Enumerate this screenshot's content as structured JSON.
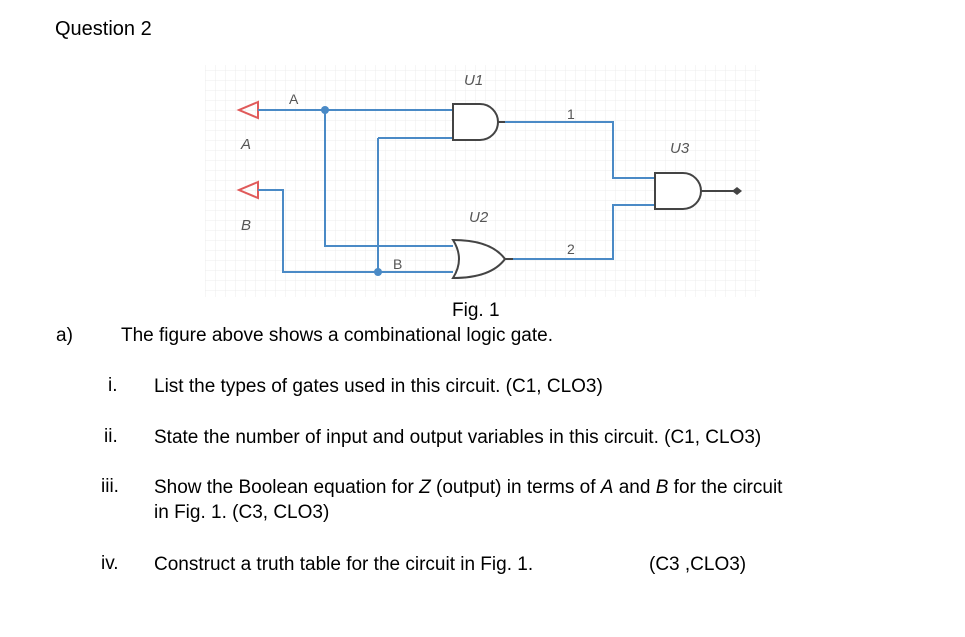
{
  "question": {
    "title": "Question 2"
  },
  "figure": {
    "caption": "Fig. 1",
    "labels": {
      "input_a_label": "A",
      "input_b_label": "B",
      "wire_a_label": "A",
      "wire_b_label": "B",
      "gate_u1": "U1",
      "gate_u2": "U2",
      "gate_u3": "U3",
      "wire_1": "1",
      "wire_2": "2"
    },
    "colors": {
      "wire": "#4a8ac6",
      "input_arrow": "#e05a5a",
      "gate": "#444444",
      "grid": "#e6e6e6"
    }
  },
  "part_a": {
    "label": "a)",
    "text": "The figure above shows a combinational logic gate.",
    "items": [
      {
        "num": "i.",
        "line1": "List the types of gates used in this circuit. (C1, CLO3)"
      },
      {
        "num": "ii.",
        "line1": "State the number of input and output variables in this circuit. (C1, CLO3)"
      },
      {
        "num": "iii.",
        "seg1": "Show the Boolean equation for ",
        "var_z": "Z",
        "seg2": " (output) in terms of ",
        "var_a": "A",
        "seg3": " and ",
        "var_b": "B",
        "seg4": " for the circuit",
        "line2": "in Fig. 1.  (C3, CLO3)"
      },
      {
        "num": "iv.",
        "line1": "Construct a truth table for the circuit in Fig. 1.",
        "tag": "(C3 ,CLO3)"
      }
    ]
  }
}
